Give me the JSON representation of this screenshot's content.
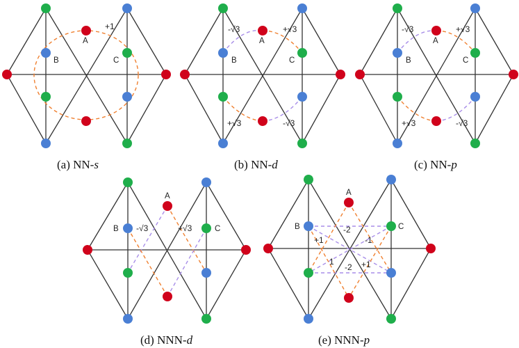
{
  "colors": {
    "A_sites": "#d0021b",
    "B_sites": "#4a7fd4",
    "C_sites": "#1fae4b",
    "bond": "#333333",
    "orange_path": "#f08030",
    "violet_path": "#a88ee8"
  },
  "panels": [
    {
      "caption_prefix": "(a) NN-",
      "caption_orbital": "s",
      "site_labels": {
        "A": "A",
        "B": "B",
        "C": "C"
      },
      "hoppings": [
        "+1"
      ]
    },
    {
      "caption_prefix": "(b) NN-",
      "caption_orbital": "d",
      "site_labels": {
        "A": "A",
        "B": "B",
        "C": "C"
      },
      "hoppings": [
        "-√3",
        "+√3",
        "+√3",
        "-√3"
      ]
    },
    {
      "caption_prefix": "(c) NN-",
      "caption_orbital": "p",
      "site_labels": {
        "A": "A",
        "B": "B",
        "C": "C"
      },
      "hoppings": [
        "-√3",
        "+√3",
        "+√3",
        "-√3"
      ]
    },
    {
      "caption_prefix": "(d) NNN-",
      "caption_orbital": "d",
      "site_labels": {
        "A": "A",
        "B": "B",
        "C": "C"
      },
      "hoppings": [
        "-√3",
        "+√3"
      ]
    },
    {
      "caption_prefix": "(e) NNN-",
      "caption_orbital": "p",
      "site_labels": {
        "A": "A",
        "B": "B",
        "C": "C"
      },
      "hoppings": [
        "-2",
        "+1",
        "-1",
        "1",
        "-2",
        "+1"
      ]
    }
  ]
}
